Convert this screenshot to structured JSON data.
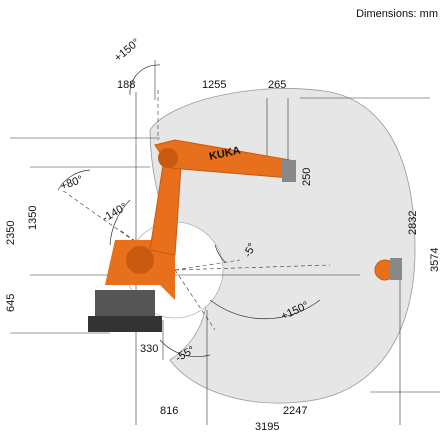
{
  "units_note": "Dimensions: mm",
  "robot": {
    "label": "KUKA",
    "color": "#e8701c",
    "dark": "#c85a10",
    "base_color": "#555555"
  },
  "envelope": {
    "fill": "#e6e6e6",
    "stroke": "#999999"
  },
  "dimensions": {
    "d188": "188",
    "d1255": "1255",
    "d265": "265",
    "d250": "250",
    "d2350": "2350",
    "d1350": "1350",
    "d645": "645",
    "d2832": "2832",
    "d3574": "3574",
    "d330": "330",
    "d816": "816",
    "d2247": "2247",
    "d3195": "3195"
  },
  "angles": {
    "a150_top": "+150°",
    "a80": "+80°",
    "a140": "-140°",
    "a5": "-5°",
    "a150_bottom": "+150°",
    "a55": "-55°"
  }
}
